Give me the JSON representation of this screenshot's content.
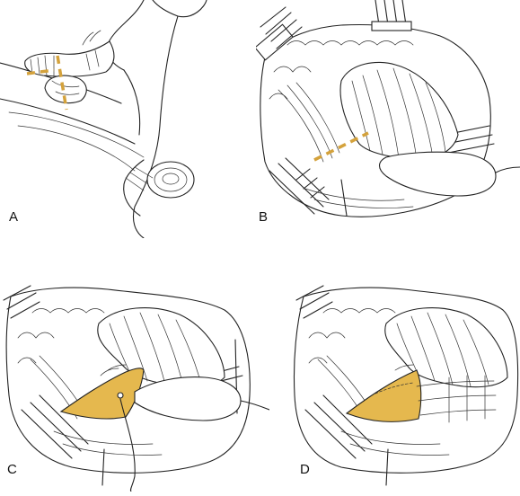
{
  "panels": [
    {
      "id": "A",
      "label": "A"
    },
    {
      "id": "B",
      "label": "B"
    },
    {
      "id": "C",
      "label": "C"
    },
    {
      "id": "D",
      "label": "D"
    }
  ],
  "colors": {
    "line": "#222222",
    "flap_fill": "#E5B84E",
    "incision_dash": "#D4A23C",
    "background": "#FFFFFF"
  }
}
